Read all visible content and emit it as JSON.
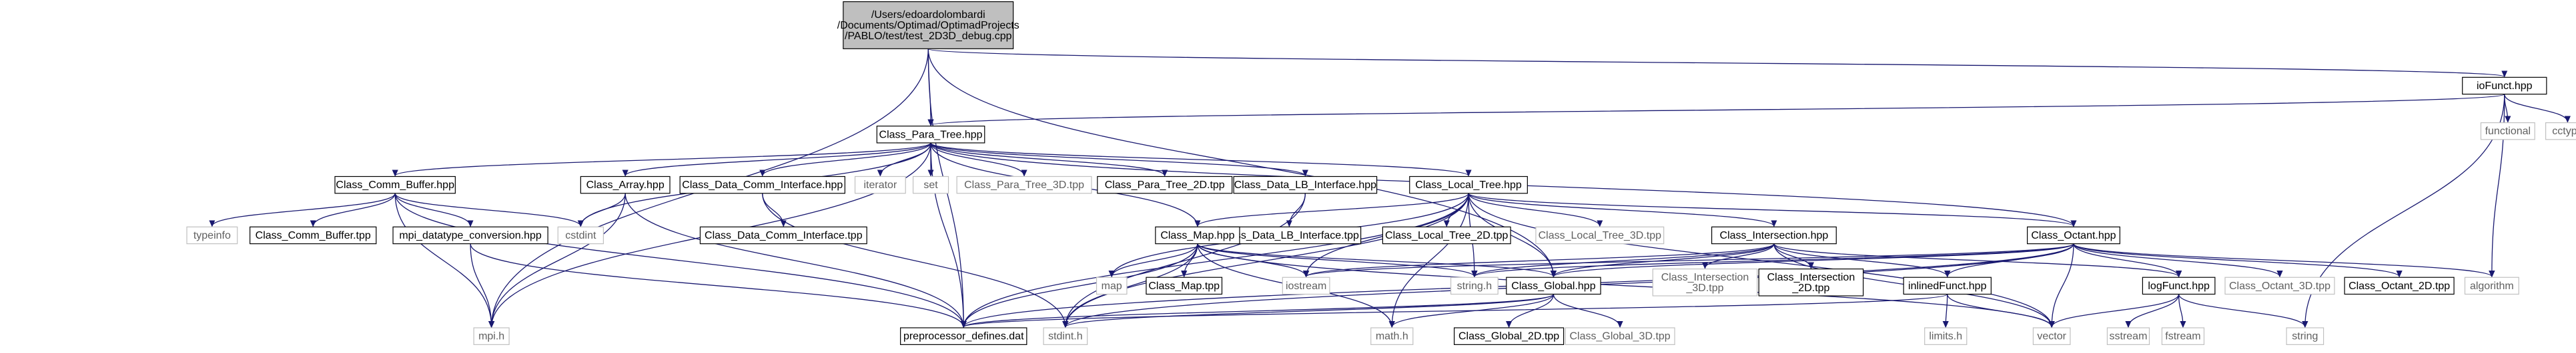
{
  "nodes": [
    {
      "id": "root",
      "lines": [
        "/Users/edoardolombardi",
        "/Documents/Optimad/OptimadProjects",
        "/PABLO/test/test_2D3D_debug.cpp"
      ],
      "kind": "root"
    },
    {
      "id": "ioFunct_hpp",
      "lines": [
        "ioFunct.hpp"
      ],
      "kind": "internal"
    },
    {
      "id": "functional",
      "lines": [
        "functional"
      ],
      "kind": "external"
    },
    {
      "id": "cctype",
      "lines": [
        "cctype"
      ],
      "kind": "external"
    },
    {
      "id": "Class_Para_Tree_hpp",
      "lines": [
        "Class_Para_Tree.hpp"
      ],
      "kind": "internal"
    },
    {
      "id": "Class_Comm_Buffer_hpp",
      "lines": [
        "Class_Comm_Buffer.hpp"
      ],
      "kind": "internal"
    },
    {
      "id": "Class_Array_hpp",
      "lines": [
        "Class_Array.hpp"
      ],
      "kind": "internal"
    },
    {
      "id": "Class_Data_Comm_Interface_hpp",
      "lines": [
        "Class_Data_Comm_Interface.hpp"
      ],
      "kind": "internal"
    },
    {
      "id": "iterator",
      "lines": [
        "iterator"
      ],
      "kind": "external"
    },
    {
      "id": "set",
      "lines": [
        "set"
      ],
      "kind": "external"
    },
    {
      "id": "Class_Para_Tree_3D_tpp",
      "lines": [
        "Class_Para_Tree_3D.tpp"
      ],
      "kind": "external"
    },
    {
      "id": "Class_Para_Tree_2D_tpp",
      "lines": [
        "Class_Para_Tree_2D.tpp"
      ],
      "kind": "internal"
    },
    {
      "id": "Class_Data_LB_Interface_hpp",
      "lines": [
        "Class_Data_LB_Interface.hpp"
      ],
      "kind": "internal"
    },
    {
      "id": "Class_Local_Tree_hpp",
      "lines": [
        "Class_Local_Tree.hpp"
      ],
      "kind": "internal"
    },
    {
      "id": "typeinfo",
      "lines": [
        "typeinfo"
      ],
      "kind": "external"
    },
    {
      "id": "Class_Comm_Buffer_tpp",
      "lines": [
        "Class_Comm_Buffer.tpp"
      ],
      "kind": "internal"
    },
    {
      "id": "mpi_datatype_conversion_hpp",
      "lines": [
        "mpi_datatype_conversion.hpp"
      ],
      "kind": "internal"
    },
    {
      "id": "cstdint",
      "lines": [
        "cstdint"
      ],
      "kind": "external"
    },
    {
      "id": "Class_Data_Comm_Interface_tpp",
      "lines": [
        "Class_Data_Comm_Interface.tpp"
      ],
      "kind": "internal"
    },
    {
      "id": "Class_Data_LB_Interface_tpp",
      "lines": [
        "Class_Data_LB_Interface.tpp"
      ],
      "kind": "internal"
    },
    {
      "id": "Class_Map_hpp",
      "lines": [
        "Class_Map.hpp"
      ],
      "kind": "internal"
    },
    {
      "id": "Class_Local_Tree_2D_tpp",
      "lines": [
        "Class_Local_Tree_2D.tpp"
      ],
      "kind": "internal"
    },
    {
      "id": "Class_Local_Tree_3D_tpp",
      "lines": [
        "Class_Local_Tree_3D.tpp"
      ],
      "kind": "external"
    },
    {
      "id": "Class_Intersection_hpp",
      "lines": [
        "Class_Intersection.hpp"
      ],
      "kind": "internal"
    },
    {
      "id": "Class_Octant_hpp",
      "lines": [
        "Class_Octant.hpp"
      ],
      "kind": "internal"
    },
    {
      "id": "map",
      "lines": [
        "map"
      ],
      "kind": "external"
    },
    {
      "id": "Class_Map_tpp",
      "lines": [
        "Class_Map.tpp"
      ],
      "kind": "internal"
    },
    {
      "id": "iostream",
      "lines": [
        "iostream"
      ],
      "kind": "external"
    },
    {
      "id": "string_h",
      "lines": [
        "string.h"
      ],
      "kind": "external"
    },
    {
      "id": "Class_Global_hpp",
      "lines": [
        "Class_Global.hpp"
      ],
      "kind": "internal"
    },
    {
      "id": "Class_Intersection_3D_tpp",
      "lines": [
        "Class_Intersection",
        "_3D.tpp"
      ],
      "kind": "external"
    },
    {
      "id": "Class_Intersection_2D_tpp",
      "lines": [
        "Class_Intersection",
        "_2D.tpp"
      ],
      "kind": "internal"
    },
    {
      "id": "inlinedFunct_hpp",
      "lines": [
        "inlinedFunct.hpp"
      ],
      "kind": "internal"
    },
    {
      "id": "logFunct_hpp",
      "lines": [
        "logFunct.hpp"
      ],
      "kind": "internal"
    },
    {
      "id": "Class_Octant_3D_tpp",
      "lines": [
        "Class_Octant_3D.tpp"
      ],
      "kind": "external"
    },
    {
      "id": "Class_Octant_2D_tpp",
      "lines": [
        "Class_Octant_2D.tpp"
      ],
      "kind": "internal"
    },
    {
      "id": "algorithm",
      "lines": [
        "algorithm"
      ],
      "kind": "external"
    },
    {
      "id": "mpi_h",
      "lines": [
        "mpi.h"
      ],
      "kind": "external"
    },
    {
      "id": "preprocessor_defines_dat",
      "lines": [
        "preprocessor_defines.dat"
      ],
      "kind": "internal"
    },
    {
      "id": "stdint_h",
      "lines": [
        "stdint.h"
      ],
      "kind": "external"
    },
    {
      "id": "math_h",
      "lines": [
        "math.h"
      ],
      "kind": "external"
    },
    {
      "id": "Class_Global_2D_tpp",
      "lines": [
        "Class_Global_2D.tpp"
      ],
      "kind": "internal"
    },
    {
      "id": "Class_Global_3D_tpp",
      "lines": [
        "Class_Global_3D.tpp"
      ],
      "kind": "external"
    },
    {
      "id": "limits_h",
      "lines": [
        "limits.h"
      ],
      "kind": "external"
    },
    {
      "id": "vector",
      "lines": [
        "vector"
      ],
      "kind": "external"
    },
    {
      "id": "sstream",
      "lines": [
        "sstream"
      ],
      "kind": "external"
    },
    {
      "id": "fstream",
      "lines": [
        "fstream"
      ],
      "kind": "external"
    },
    {
      "id": "string",
      "lines": [
        "string"
      ],
      "kind": "external"
    }
  ],
  "edges": [
    [
      "root",
      "ioFunct_hpp"
    ],
    [
      "root",
      "Class_Para_Tree_hpp"
    ],
    [
      "root",
      "mpi_h"
    ],
    [
      "root",
      "preprocessor_defines_dat"
    ],
    [
      "root",
      "Class_Global_hpp"
    ],
    [
      "ioFunct_hpp",
      "Class_Para_Tree_hpp"
    ],
    [
      "ioFunct_hpp",
      "functional"
    ],
    [
      "ioFunct_hpp",
      "cctype"
    ],
    [
      "ioFunct_hpp",
      "algorithm"
    ],
    [
      "ioFunct_hpp",
      "string"
    ],
    [
      "Class_Para_Tree_hpp",
      "Class_Comm_Buffer_hpp"
    ],
    [
      "Class_Para_Tree_hpp",
      "Class_Array_hpp"
    ],
    [
      "Class_Para_Tree_hpp",
      "Class_Data_Comm_Interface_hpp"
    ],
    [
      "Class_Para_Tree_hpp",
      "iterator"
    ],
    [
      "Class_Para_Tree_hpp",
      "set"
    ],
    [
      "Class_Para_Tree_hpp",
      "Class_Para_Tree_3D_tpp"
    ],
    [
      "Class_Para_Tree_hpp",
      "Class_Para_Tree_2D_tpp"
    ],
    [
      "Class_Para_Tree_hpp",
      "Class_Data_LB_Interface_hpp"
    ],
    [
      "Class_Para_Tree_hpp",
      "Class_Local_Tree_hpp"
    ],
    [
      "Class_Para_Tree_hpp",
      "Class_Octant_hpp"
    ],
    [
      "Class_Para_Tree_hpp",
      "mpi_h"
    ],
    [
      "Class_Para_Tree_hpp",
      "cstdint"
    ],
    [
      "Class_Para_Tree_hpp",
      "preprocessor_defines_dat"
    ],
    [
      "Class_Para_Tree_hpp",
      "Class_Map_hpp"
    ],
    [
      "Class_Comm_Buffer_hpp",
      "typeinfo"
    ],
    [
      "Class_Comm_Buffer_hpp",
      "Class_Comm_Buffer_tpp"
    ],
    [
      "Class_Comm_Buffer_hpp",
      "mpi_datatype_conversion_hpp"
    ],
    [
      "Class_Comm_Buffer_hpp",
      "cstdint"
    ],
    [
      "Class_Comm_Buffer_hpp",
      "mpi_h"
    ],
    [
      "Class_Comm_Buffer_hpp",
      "preprocessor_defines_dat"
    ],
    [
      "Class_Array_hpp",
      "cstdint"
    ],
    [
      "Class_Array_hpp",
      "mpi_h"
    ],
    [
      "Class_Array_hpp",
      "preprocessor_defines_dat"
    ],
    [
      "mpi_datatype_conversion_hpp",
      "mpi_h"
    ],
    [
      "mpi_datatype_conversion_hpp",
      "preprocessor_defines_dat"
    ],
    [
      "Class_Data_Comm_Interface_hpp",
      "Class_Data_Comm_Interface_tpp"
    ],
    [
      "Class_Data_Comm_Interface_hpp",
      "stdint_h"
    ],
    [
      "Class_Data_LB_Interface_hpp",
      "Class_Data_LB_Interface_tpp"
    ],
    [
      "Class_Data_LB_Interface_hpp",
      "stdint_h"
    ],
    [
      "Class_Local_Tree_hpp",
      "Class_Map_hpp"
    ],
    [
      "Class_Local_Tree_hpp",
      "Class_Local_Tree_2D_tpp"
    ],
    [
      "Class_Local_Tree_hpp",
      "Class_Local_Tree_3D_tpp"
    ],
    [
      "Class_Local_Tree_hpp",
      "Class_Intersection_hpp"
    ],
    [
      "Class_Local_Tree_hpp",
      "Class_Octant_hpp"
    ],
    [
      "Class_Local_Tree_hpp",
      "map"
    ],
    [
      "Class_Local_Tree_hpp",
      "iostream"
    ],
    [
      "Class_Local_Tree_hpp",
      "string_h"
    ],
    [
      "Class_Local_Tree_hpp",
      "Class_Global_hpp"
    ],
    [
      "Class_Local_Tree_hpp",
      "math_h"
    ],
    [
      "Class_Local_Tree_hpp",
      "vector"
    ],
    [
      "Class_Local_Tree_hpp",
      "preprocessor_defines_dat"
    ],
    [
      "Class_Local_Tree_hpp",
      "stdint_h"
    ],
    [
      "Class_Map_hpp",
      "map"
    ],
    [
      "Class_Map_hpp",
      "Class_Map_tpp"
    ],
    [
      "Class_Map_hpp",
      "iostream"
    ],
    [
      "Class_Map_hpp",
      "string_h"
    ],
    [
      "Class_Map_hpp",
      "Class_Global_hpp"
    ],
    [
      "Class_Map_hpp",
      "math_h"
    ],
    [
      "Class_Map_hpp",
      "vector"
    ],
    [
      "Class_Map_hpp",
      "preprocessor_defines_dat"
    ],
    [
      "Class_Map_hpp",
      "stdint_h"
    ],
    [
      "Class_Intersection_hpp",
      "Class_Intersection_3D_tpp"
    ],
    [
      "Class_Intersection_hpp",
      "Class_Intersection_2D_tpp"
    ],
    [
      "Class_Intersection_hpp",
      "inlinedFunct_hpp"
    ],
    [
      "Class_Intersection_hpp",
      "logFunct_hpp"
    ],
    [
      "Class_Intersection_hpp",
      "Class_Global_hpp"
    ],
    [
      "Class_Intersection_hpp",
      "iostream"
    ],
    [
      "Class_Intersection_hpp",
      "string_h"
    ],
    [
      "Class_Intersection_hpp",
      "vector"
    ],
    [
      "Class_Octant_hpp",
      "Class_Global_hpp"
    ],
    [
      "Class_Octant_hpp",
      "inlinedFunct_hpp"
    ],
    [
      "Class_Octant_hpp",
      "logFunct_hpp"
    ],
    [
      "Class_Octant_hpp",
      "Class_Octant_3D_tpp"
    ],
    [
      "Class_Octant_hpp",
      "Class_Octant_2D_tpp"
    ],
    [
      "Class_Octant_hpp",
      "algorithm"
    ],
    [
      "Class_Octant_hpp",
      "vector"
    ],
    [
      "Class_Octant_hpp",
      "string_h"
    ],
    [
      "Class_Octant_hpp",
      "iostream"
    ],
    [
      "Class_Octant_hpp",
      "preprocessor_defines_dat"
    ],
    [
      "Class_Octant_hpp",
      "stdint_h"
    ],
    [
      "Class_Global_hpp",
      "Class_Global_2D_tpp"
    ],
    [
      "Class_Global_hpp",
      "Class_Global_3D_tpp"
    ],
    [
      "Class_Global_hpp",
      "math_h"
    ],
    [
      "Class_Global_hpp",
      "preprocessor_defines_dat"
    ],
    [
      "Class_Global_hpp",
      "stdint_h"
    ],
    [
      "inlinedFunct_hpp",
      "limits_h"
    ],
    [
      "inlinedFunct_hpp",
      "vector"
    ],
    [
      "inlinedFunct_hpp",
      "preprocessor_defines_dat"
    ],
    [
      "logFunct_hpp",
      "vector"
    ],
    [
      "logFunct_hpp",
      "sstream"
    ],
    [
      "logFunct_hpp",
      "fstream"
    ],
    [
      "logFunct_hpp",
      "string"
    ]
  ]
}
